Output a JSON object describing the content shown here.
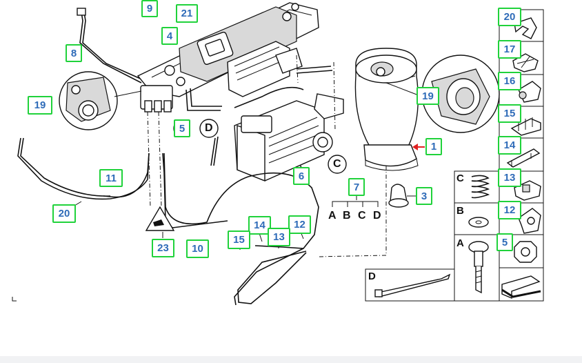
{
  "callouts": {
    "c9": "9",
    "c21": "21",
    "c4": "4",
    "c8": "8",
    "c19a": "19",
    "c5a": "5",
    "c11": "11",
    "c20a": "20",
    "c23": "23",
    "c10": "10",
    "c14a": "14",
    "c12a": "12",
    "c15a": "15",
    "c13a": "13",
    "c6": "6",
    "c7": "7",
    "c3": "3",
    "c1": "1",
    "c19b": "19",
    "c20b": "20",
    "c17": "17",
    "c16": "16",
    "c15b": "15",
    "c14b": "14",
    "c13b": "13",
    "c12b": "12",
    "c5b": "5"
  },
  "labels": {
    "d_main": "D",
    "c_main": "C",
    "abcd_a": "A",
    "abcd_b": "B",
    "abcd_c": "C",
    "abcd_d": "D",
    "panel_c": "C",
    "panel_b": "B",
    "panel_a": "A",
    "panel_d": "D"
  }
}
